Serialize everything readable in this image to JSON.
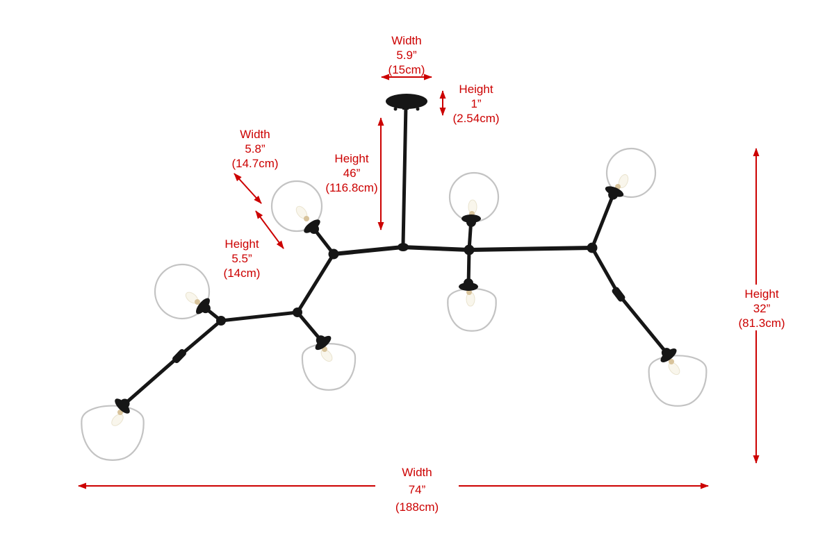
{
  "diagram": {
    "type": "product-dimension-diagram",
    "subject": "8-light branching chandelier with clear glass globes",
    "colors": {
      "dimension": "#cc0000",
      "fixture": "#161616",
      "glass_stroke": "#c3c3c3",
      "background": "#ffffff"
    },
    "labels": {
      "canopy_width": {
        "l1": "Width",
        "l2": "5.9”",
        "l3": "(15cm)"
      },
      "canopy_height": {
        "l1": "Height",
        "l2": "1”",
        "l3": "(2.54cm)"
      },
      "globe_width": {
        "l1": "Width",
        "l2": "5.8”",
        "l3": "(14.7cm)"
      },
      "drop_height": {
        "l1": "Height",
        "l2": "46”",
        "l3": "(116.8cm)"
      },
      "globe_height": {
        "l1": "Height",
        "l2": "5.5”",
        "l3": "(14cm)"
      },
      "fixture_height": {
        "l1": "Height",
        "l2": "32”",
        "l3": "(81.3cm)"
      },
      "fixture_width": {
        "l1": "Width",
        "l2": "74”",
        "l3": "(188cm)"
      }
    }
  }
}
